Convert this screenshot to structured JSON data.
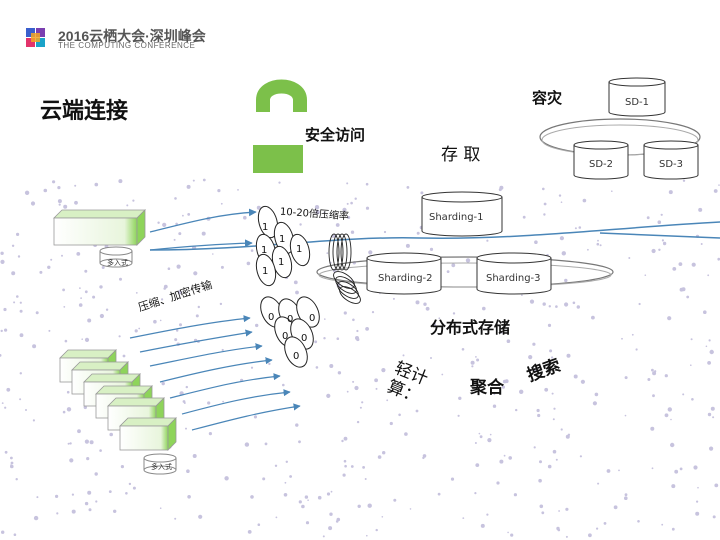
{
  "logo": {
    "title": "2016云栖大会·深圳峰会",
    "subtitle": "THE COMPUTING CONFERENCE"
  },
  "heading": "云端连接",
  "labels": {
    "secure_access": "安全访问",
    "storage_access": "存 取",
    "disaster_recovery": "容灾",
    "compression_ratio": "10-20倍压缩率",
    "compress_encrypt": "压缩、加密传输",
    "distributed_storage": "分布式存储",
    "light_compute": "轻计算：",
    "aggregate": "聚合",
    "search": "搜索",
    "device_small_1": "多入式",
    "device_small_2": "多入式"
  },
  "shards": [
    "Sharding-1",
    "Sharding-2",
    "Sharding-3"
  ],
  "sd_nodes": [
    "SD-1",
    "SD-2",
    "SD-3"
  ],
  "bits": {
    "one": "1",
    "zero": "0"
  },
  "colors": {
    "lock_green": "#7cc04a",
    "arrow_blue": "#4a86b8",
    "box_green": "#8ed45a",
    "dots": "#c7c3de"
  }
}
